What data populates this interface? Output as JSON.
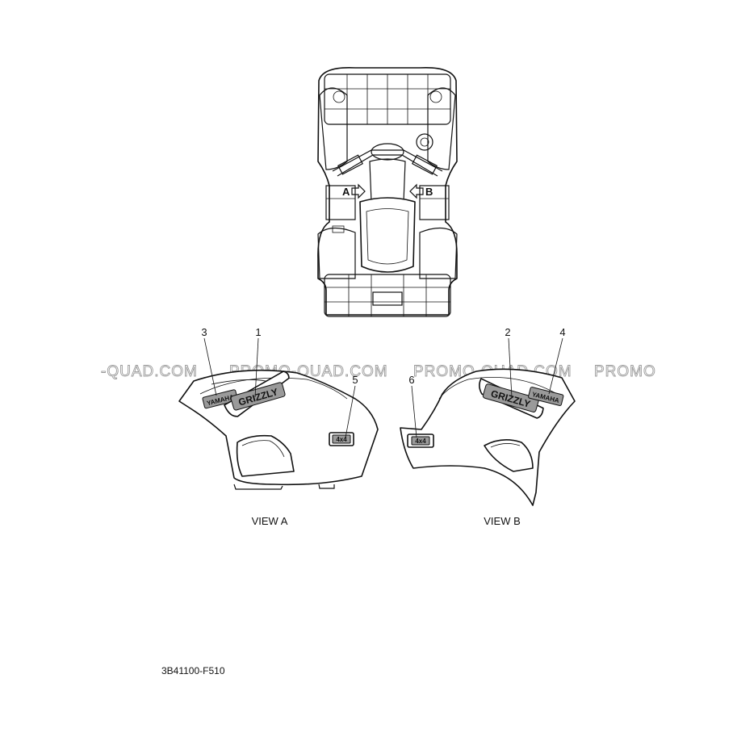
{
  "watermark": {
    "segments": [
      "-QUAD.COM",
      "PROMO-QUAD.COM",
      "PROMO-QUAD.COM",
      "PROMO"
    ]
  },
  "top_view": {
    "arrow_a": "A",
    "arrow_b": "B"
  },
  "callouts": [
    "1",
    "2",
    "3",
    "4",
    "5",
    "6"
  ],
  "decals": {
    "brand": "YAMAHA",
    "model": "GRIZZLY",
    "drive": "4x4"
  },
  "views": {
    "view_a": "VIEW A",
    "view_b": "VIEW B"
  },
  "diagram_code": "3B41100-F510"
}
